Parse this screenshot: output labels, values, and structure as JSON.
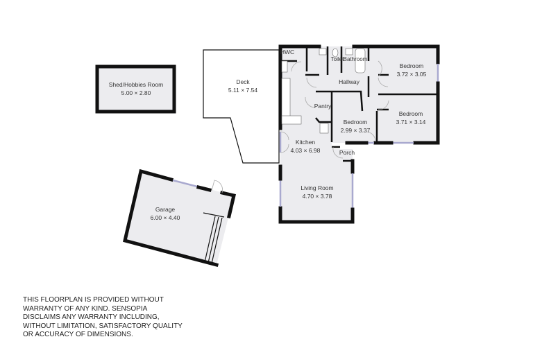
{
  "rooms": {
    "shed": {
      "name": "Shed/Hobbies Room",
      "dims": "5.00 × 2.80"
    },
    "deck": {
      "name": "Deck",
      "dims": "5.11 × 7.54"
    },
    "garage": {
      "name": "Garage",
      "dims": "6.00 × 4.40"
    },
    "hwc": {
      "name": "HWC"
    },
    "toilet": {
      "name": "Toilet"
    },
    "bathroom": {
      "name": "Bathroom"
    },
    "hallway": {
      "name": "Hallway"
    },
    "bedroom1": {
      "name": "Bedroom",
      "dims": "3.72 × 3.05"
    },
    "pantry": {
      "name": "Pantry"
    },
    "bedroom2": {
      "name": "Bedroom",
      "dims": "2.99 × 3.37"
    },
    "bedroom3": {
      "name": "Bedroom",
      "dims": "3.71 × 3.14"
    },
    "kitchen": {
      "name": "Kitchen",
      "dims": "4.03 × 6.98"
    },
    "porch": {
      "name": "Porch"
    },
    "living": {
      "name": "Living Room",
      "dims": "4.70 × 3.78"
    }
  },
  "disclaimer": [
    "THIS FLOORPLAN IS PROVIDED WITHOUT",
    "WARRANTY OF ANY KIND. SENSOPIA",
    "DISCLAIMS ANY WARRANTY INCLUDING,",
    "WITHOUT LIMITATION, SATISFACTORY QUALITY",
    "OR ACCURACY OF DIMENSIONS."
  ],
  "colors": {
    "floor": "#ececef",
    "wall": "#111111",
    "window": "#a9a9cf"
  }
}
